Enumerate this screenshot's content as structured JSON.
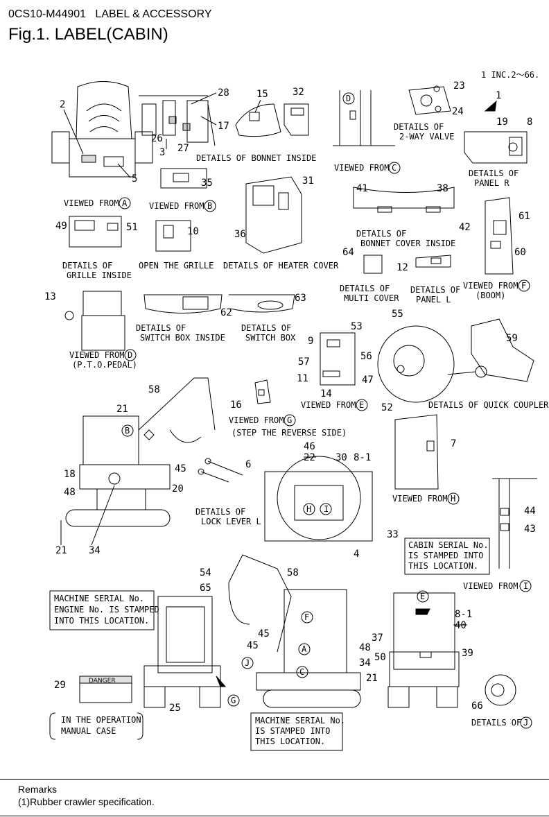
{
  "header": {
    "code": "0CS10-M44901",
    "section": "LABEL & ACCESSORY",
    "figure_title": "Fig.1.  LABEL(CABIN)"
  },
  "applicability": "1 INC.2～66.",
  "captions": {
    "viewed_from_a": "VIEWED FROM",
    "viewed_from_b": "VIEWED FROM",
    "details_bonnet_inside": "DETAILS OF BONNET INSIDE",
    "viewed_from_c": "VIEWED FROM",
    "details_2way_valve_1": "DETAILS OF",
    "details_2way_valve_2": "2-WAY VALVE",
    "details_panel_r_1": "DETAILS OF",
    "details_panel_r_2": "PANEL R",
    "details_grille_1": "DETAILS OF",
    "details_grille_2": "GRILLE INSIDE",
    "open_grille": "OPEN THE GRILLE",
    "details_heater": "DETAILS OF HEATER COVER",
    "details_bonnet_cover_1": "DETAILS OF",
    "details_bonnet_cover_2": "BONNET COVER INSIDE",
    "details_multi_1": "DETAILS OF",
    "details_multi_2": "MULTI COVER",
    "details_panel_l_1": "DETAILS OF",
    "details_panel_l_2": "PANEL L",
    "viewed_from_f_1": "VIEWED FROM",
    "viewed_from_f_2": "(BOOM)",
    "viewed_from_d_1": "VIEWED FROM",
    "viewed_from_d_2": "(P.T.O.PEDAL)",
    "details_switch_inside_1": "DETAILS OF",
    "details_switch_inside_2": "SWITCH BOX INSIDE",
    "details_switch_1": "DETAILS OF",
    "details_switch_2": "SWITCH BOX",
    "viewed_from_e": "VIEWED FROM",
    "details_quick_coupler": "DETAILS OF QUICK COUPLER",
    "viewed_from_g_1": "VIEWED FROM",
    "viewed_from_g_2": "(STEP THE REVERSE SIDE)",
    "details_lock_lever_1": "DETAILS OF",
    "details_lock_lever_2": "LOCK LEVER L",
    "viewed_from_h": "VIEWED FROM",
    "cabin_serial_1": "CABIN SERIAL No.",
    "cabin_serial_2": "IS STAMPED INTO",
    "cabin_serial_3": "THIS LOCATION.",
    "viewed_from_i": "VIEWED FROM",
    "machine_engine_1": "MACHINE SERIAL No.",
    "machine_engine_2": "ENGINE No. IS STAMPED",
    "machine_engine_3": "INTO THIS LOCATION.",
    "operation_manual_1": "IN THE OPERATION",
    "operation_manual_2": "MANUAL CASE",
    "machine_serial_1": "MACHINE SERIAL No.",
    "machine_serial_2": "IS STAMPED INTO",
    "machine_serial_3": "THIS LOCATION.",
    "details_j": "DETAILS OF",
    "danger": "DANGER"
  },
  "view_letters": {
    "a": "A",
    "b": "B",
    "c": "C",
    "d": "D",
    "e": "E",
    "f": "F",
    "g": "G",
    "h": "H",
    "i": "I",
    "j": "J"
  },
  "part_numbers": {
    "n1": "1",
    "n2": "2",
    "n3": "3",
    "n4": "4",
    "n5": "5",
    "n6": "6",
    "n7": "7",
    "n8": "8",
    "n8_1": "8-1",
    "n9": "9",
    "n10": "10",
    "n11": "11",
    "n12": "12",
    "n13": "13",
    "n14": "14",
    "n15": "15",
    "n16": "16",
    "n17": "17",
    "n18": "18",
    "n19": "19",
    "n20": "20",
    "n21": "21",
    "n22": "22",
    "n23": "23",
    "n24": "24",
    "n25": "25",
    "n26": "26",
    "n27": "27",
    "n28": "28",
    "n29": "29",
    "n30": "30",
    "n31": "31",
    "n32": "32",
    "n33": "33",
    "n34": "34",
    "n35": "35",
    "n36": "36",
    "n37": "37",
    "n38": "38",
    "n39": "39",
    "n40": "40",
    "n41": "41",
    "n42": "42",
    "n43": "43",
    "n44": "44",
    "n45": "45",
    "n46": "46",
    "n47": "47",
    "n48": "48",
    "n49": "49",
    "n50": "50",
    "n51": "51",
    "n52": "52",
    "n53": "53",
    "n54": "54",
    "n55": "55",
    "n56": "56",
    "n57": "57",
    "n58": "58",
    "n59": "59",
    "n60": "60",
    "n61": "61",
    "n62": "62",
    "n63": "63",
    "n64": "64",
    "n65": "65",
    "n66": "66"
  },
  "remarks": {
    "title": "Remarks",
    "line1": "(1)Rubber crawler specification."
  }
}
